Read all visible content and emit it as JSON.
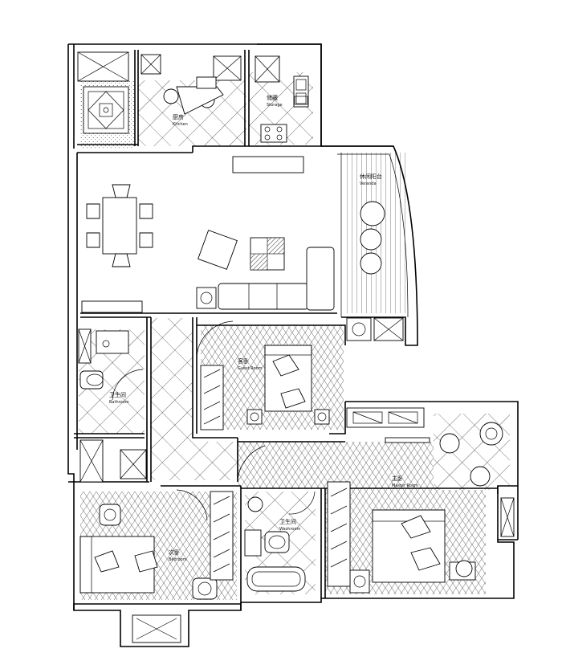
{
  "rooms": {
    "kitchen": {
      "label": "厨房",
      "sub": "Kitchen"
    },
    "storage": {
      "label": "储藏",
      "sub": "Storage"
    },
    "balcony": {
      "label": "休闲阳台",
      "sub": "Veranda"
    },
    "guest_bedroom": {
      "label": "客卧",
      "sub": "Guest Room"
    },
    "bathroom_1": {
      "label": "卫生间",
      "sub": "Bathroom"
    },
    "bathroom_2": {
      "label": "卫生间",
      "sub": "Washroom"
    },
    "master_bedroom": {
      "label": "主卧",
      "sub": "Master Room"
    },
    "second_bedroom": {
      "label": "次卧",
      "sub": "Bedroom"
    }
  },
  "colors": {
    "line": "#000000",
    "background": "#ffffff",
    "hatch": "#555555"
  }
}
